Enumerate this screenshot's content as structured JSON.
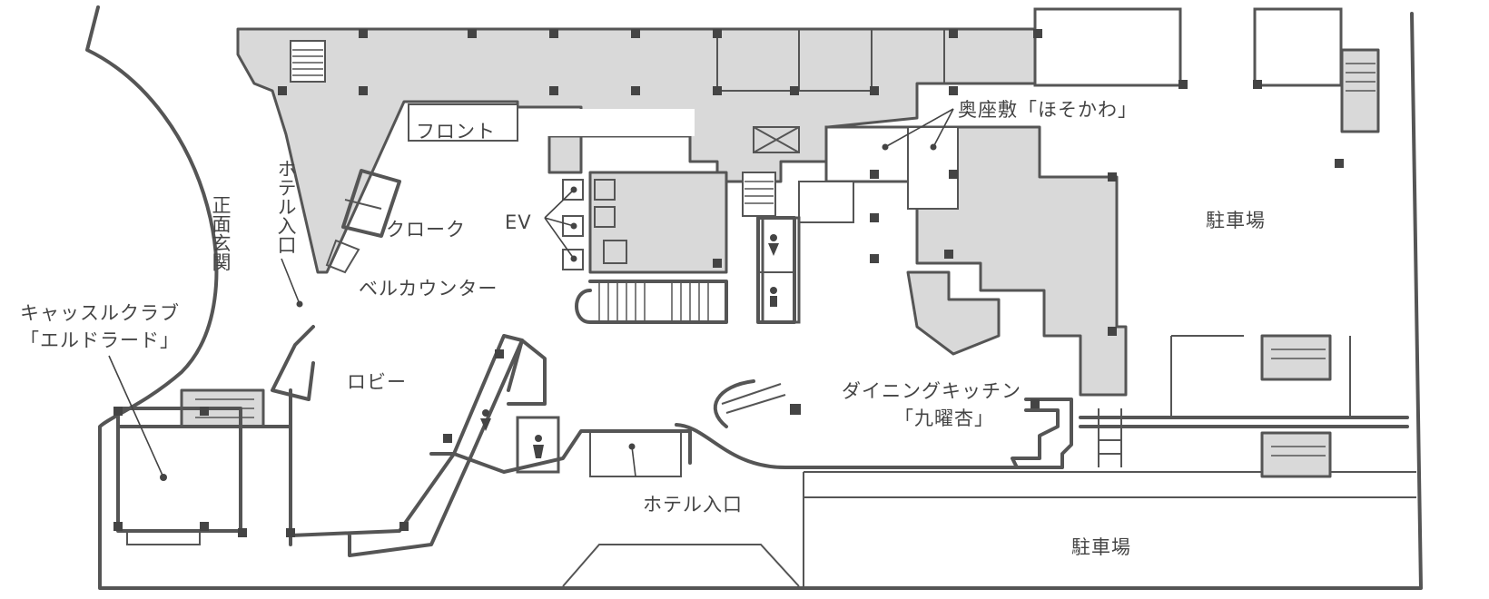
{
  "labels": {
    "front": "フロント",
    "hotel_entrance_side": "ホテル入口",
    "main_entrance": "正面玄関",
    "cloak": "クローク",
    "ev": "EV",
    "bell_counter": "ベルカウンター",
    "lobby": "ロビー",
    "castle_club_line1": "キャッスルクラブ",
    "castle_club_line2": "「エルドラード」",
    "dining_line1": "ダイニングキッチン",
    "dining_line2": "「九曜杏」",
    "hotel_entrance_front": "ホテル入口",
    "private_room": "奥座敷「ほそかわ」",
    "parking_east": "駐車場",
    "parking_south": "駐車場"
  },
  "colors": {
    "wall": "#555555",
    "room_fill": "#d9d9d9",
    "label": "#444444"
  },
  "icons": [
    "restroom-male-icon",
    "restroom-female-icon",
    "elevator-icon",
    "stairs-icon"
  ]
}
